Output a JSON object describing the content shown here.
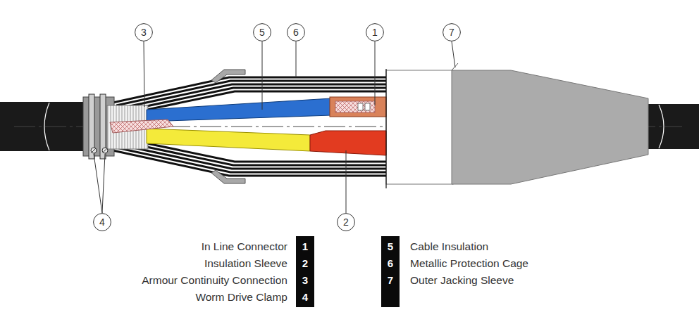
{
  "diagram": {
    "nodes": [
      {
        "text": [
          "3"
        ]
      },
      {
        "text": [
          "5"
        ]
      },
      {
        "text": [
          "6"
        ]
      },
      {
        "text": [
          "1"
        ]
      },
      {
        "text": [
          "7"
        ]
      },
      {
        "text": [
          "4"
        ]
      },
      {
        "text": [
          "2"
        ]
      },
      {
        "text": [
          "1",
          "2",
          "3",
          "4"
        ]
      },
      {
        "text": [
          "5",
          "6",
          "7"
        ]
      }
    ],
    "labels": [
      "In Line Connector",
      "Insulation Sleeve",
      "Armour Continuity Connection",
      "Worm Drive Clamp",
      "Cable Insulation",
      "Metallic Protection Cage",
      "Outer Jacking Sleeve"
    ]
  }
}
